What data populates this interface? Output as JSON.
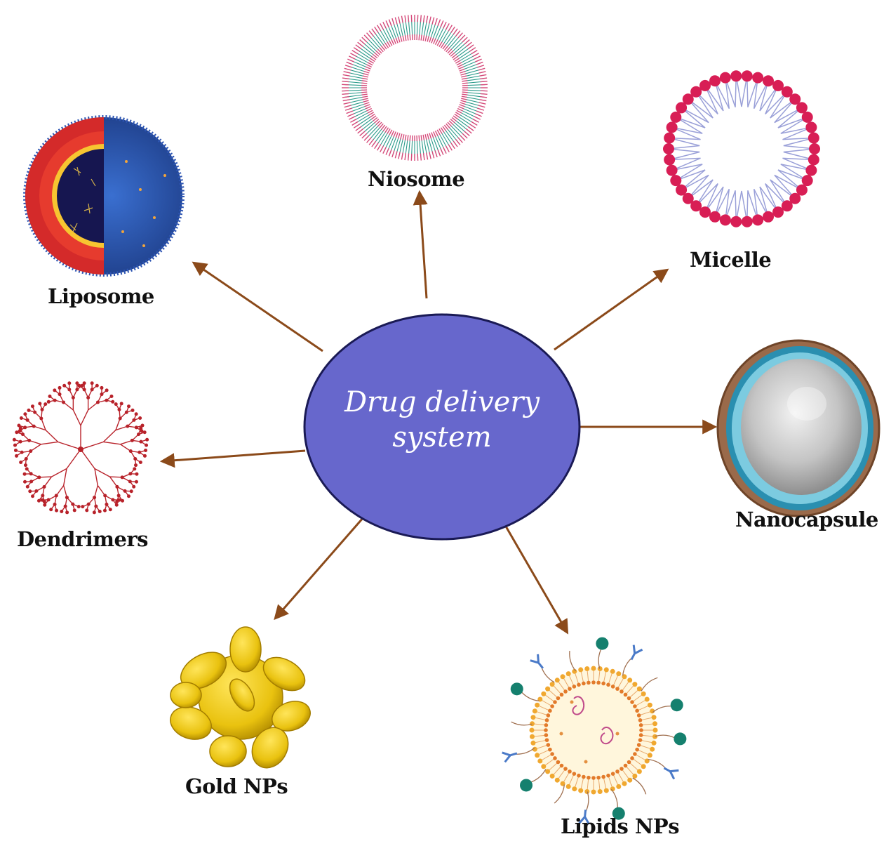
{
  "center": {
    "line1": "Drug delivery",
    "line2": "system",
    "fill": "#6767cc",
    "stroke": "#1a1a55"
  },
  "arrow_color": "#8b4a1a",
  "nodes": [
    {
      "id": "niosome",
      "label": "Niosome"
    },
    {
      "id": "micelle",
      "label": "Micelle"
    },
    {
      "id": "nanocapsule",
      "label": "Nanocapsule"
    },
    {
      "id": "lipids-nps",
      "label": "Lipids NPs"
    },
    {
      "id": "gold-nps",
      "label": "Gold NPs"
    },
    {
      "id": "dendrimers",
      "label": "Dendrimers"
    },
    {
      "id": "liposome",
      "label": "Liposome"
    }
  ]
}
